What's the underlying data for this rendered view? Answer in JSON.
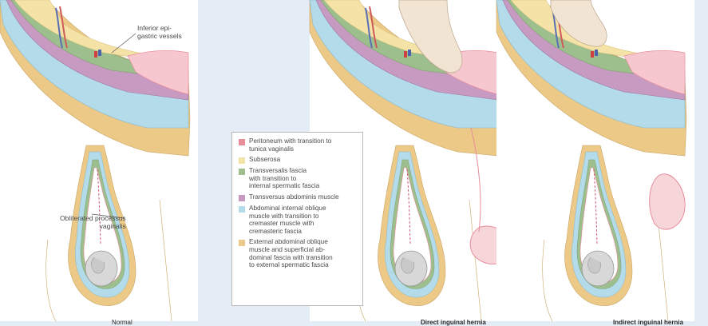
{
  "labels": {
    "vessels": "Inferior epi-\ngastric vessels",
    "processus": "Obliterated processus\nvaginalis"
  },
  "legend": [
    {
      "label": "Peritoneum with transition to\ntunica vaginalis",
      "color": "#e98c9b"
    },
    {
      "label": "Subserosa",
      "color": "#f4e2a6"
    },
    {
      "label": "Transversalis fascia\nwith transition to\ninternal spermatic fascia",
      "color": "#9dbf8d"
    },
    {
      "label": "Transversus abdominis muscle",
      "color": "#c79ac2"
    },
    {
      "label": "Abdominal internal oblique\nmuscle with transition to\ncremaster muscle with\ncremasteric fascia",
      "color": "#b3dbe9"
    },
    {
      "label": "External abdominal oblique\nmuscle and superficial ab-\ndominal fascia with transition\nto external spermatic fascia",
      "color": "#ecc987"
    }
  ],
  "captions": {
    "normal": "Normal",
    "direct": "Direct inguinal hernia",
    "indirect": "Indirect inguinal hernia"
  }
}
